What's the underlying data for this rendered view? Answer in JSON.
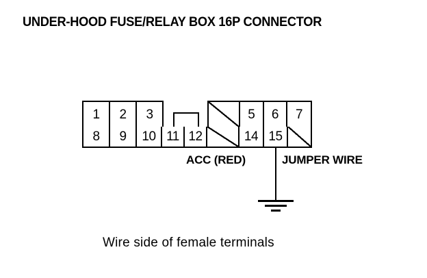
{
  "title": "UNDER-HOOD FUSE/RELAY BOX 16P CONNECTOR",
  "connector": {
    "type": "16P connector terminal map",
    "top_row": [
      {
        "label": "1",
        "blank": false
      },
      {
        "label": "2",
        "blank": false
      },
      {
        "label": "3",
        "blank": false
      },
      {
        "label": "",
        "blank": true
      },
      {
        "label": "5",
        "blank": false
      },
      {
        "label": "6",
        "blank": false
      },
      {
        "label": "7",
        "blank": false
      }
    ],
    "bottom_row": [
      {
        "label": "8",
        "blank": false
      },
      {
        "label": "9",
        "blank": false
      },
      {
        "label": "10",
        "blank": false
      },
      {
        "label": "11",
        "blank": false
      },
      {
        "label": "12",
        "blank": false
      },
      {
        "label": "",
        "blank": true
      },
      {
        "label": "14",
        "blank": false
      },
      {
        "label": "15",
        "blank": false
      },
      {
        "label": "",
        "blank": true
      }
    ]
  },
  "labels": {
    "acc": "ACC (RED)",
    "jumper": "JUMPER WIRE"
  },
  "caption": "Wire side of female terminals",
  "colors": {
    "ink": "#000000",
    "background": "#ffffff"
  }
}
